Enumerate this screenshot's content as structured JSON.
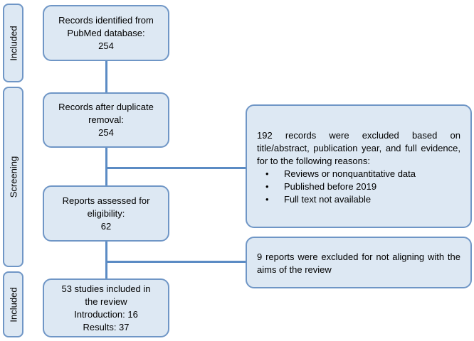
{
  "phases": {
    "identification": "Included",
    "screening": "Screening",
    "included": "Included"
  },
  "boxes": {
    "identified": [
      "Records identified from",
      "PubMed database:",
      "254"
    ],
    "after_duplicates": [
      "Records after duplicate",
      "removal:",
      "254"
    ],
    "assessed": [
      "Reports assessed for",
      "eligibility:",
      "62"
    ],
    "included": [
      "53 studies included in",
      "the review",
      "Introduction: 16",
      "Results: 37"
    ]
  },
  "exclusions": {
    "first_text": "192 records were excluded based on title/abstract, publication year, and full evidence, for to the following reasons:",
    "first_reasons": [
      "Reviews or nonquantitative data",
      "Published before 2019",
      "Full text not available"
    ],
    "second_text": "9 reports were excluded for not aligning with the aims of the review"
  },
  "colors": {
    "box_fill": "#dde8f3",
    "box_border": "#6f96c6",
    "connector": "#5b8bc4"
  }
}
